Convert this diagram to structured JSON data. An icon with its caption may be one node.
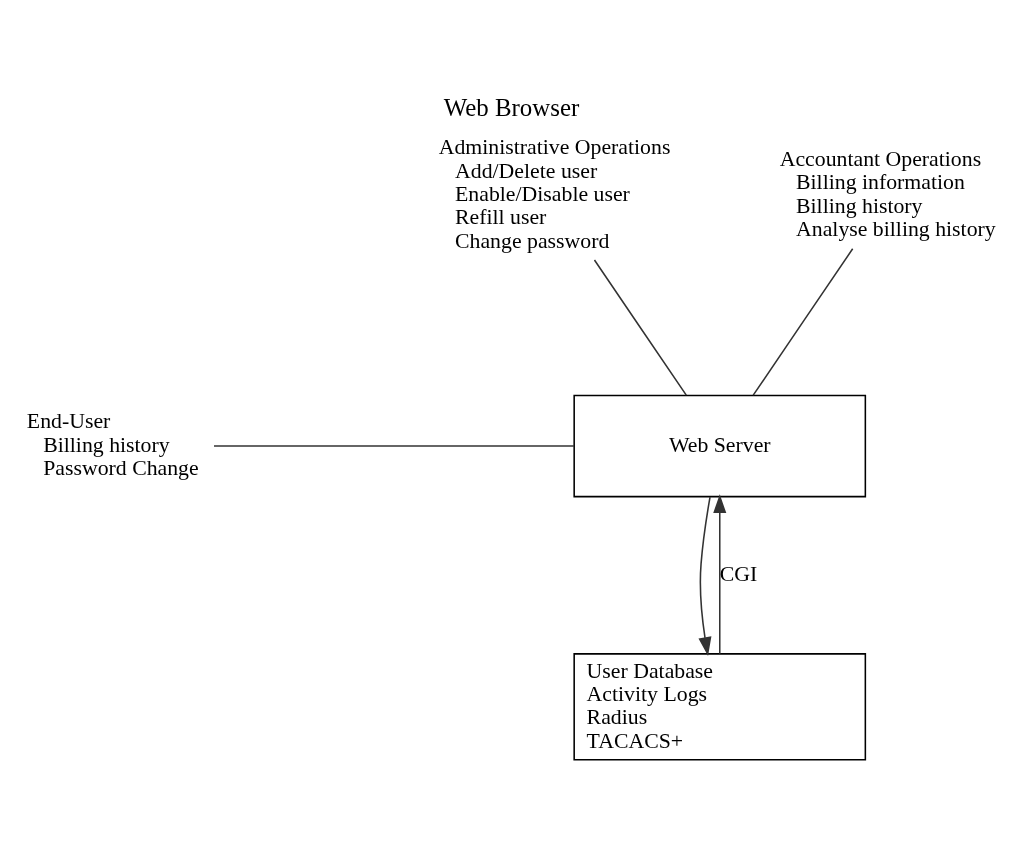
{
  "diagram": {
    "title": "Web Browser",
    "nodes": [
      {
        "text": [
          "Administrative Operations",
          "Add/Delete user",
          "Enable/Disable user",
          "Refill user",
          "Change password"
        ]
      },
      {
        "text": [
          "Accountant Operations",
          "Billing information",
          "Billing history",
          "Analyse billing history"
        ]
      },
      {
        "text": [
          "End-User",
          "Billing history",
          "Password Change"
        ]
      },
      {
        "text": [
          "Web Server"
        ]
      },
      {
        "text": [
          "User Database",
          "Activity Logs",
          "Radius",
          "TACACS+"
        ]
      }
    ],
    "edges": [
      {
        "from": 0,
        "to": 3,
        "arrow": "none"
      },
      {
        "from": 1,
        "to": 3,
        "arrow": "none"
      },
      {
        "from": 2,
        "to": 3,
        "arrow": "none"
      },
      {
        "from": 3,
        "to": 4,
        "arrow": "to"
      },
      {
        "from": 4,
        "to": 3,
        "arrow": "to",
        "label": "CGI"
      }
    ]
  }
}
